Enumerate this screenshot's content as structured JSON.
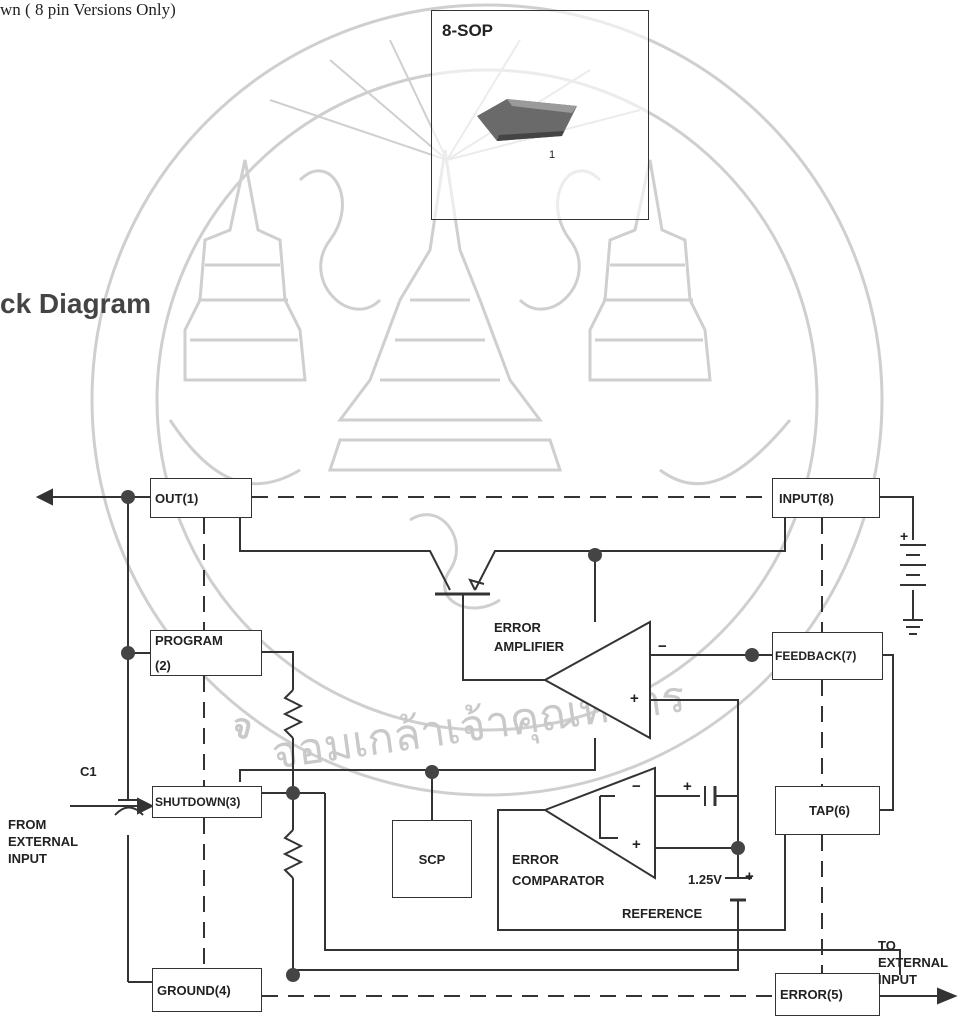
{
  "header": {
    "top_text": "wn ( 8 pin Versions Only)",
    "section_title": "ck Diagram"
  },
  "package": {
    "name": "8-SOP",
    "pin1_marker": "1"
  },
  "watermark": {
    "text": "จอมเกล้าเจ้าคุณทหาร"
  },
  "blocks": {
    "out": "OUT(1)",
    "program_line1": "PROGRAM",
    "program_line2": "(2)",
    "shutdown": "SHUTDOWN(3)",
    "ground": "GROUND(4)",
    "input": "INPUT(8)",
    "feedback": "FEEDBACK(7)",
    "tap": "TAP(6)",
    "error": "ERROR(5)",
    "scp": "SCP"
  },
  "labels": {
    "error_amp_1": "ERROR",
    "error_amp_2": "AMPLIFIER",
    "error_comp_1": "ERROR",
    "error_comp_2": "COMPARATOR",
    "ref_voltage": "1.25V",
    "reference": "REFERENCE",
    "c1": "C1",
    "from_1": "FROM",
    "from_2": "EXTERNAL",
    "from_3": "INPUT",
    "to_1": "TO",
    "to_2": "EXTERNAL",
    "to_3": "INPUT",
    "minus": "−",
    "plus": "+"
  },
  "colors": {
    "line": "#333333",
    "watermark": "#c8c8c8"
  }
}
